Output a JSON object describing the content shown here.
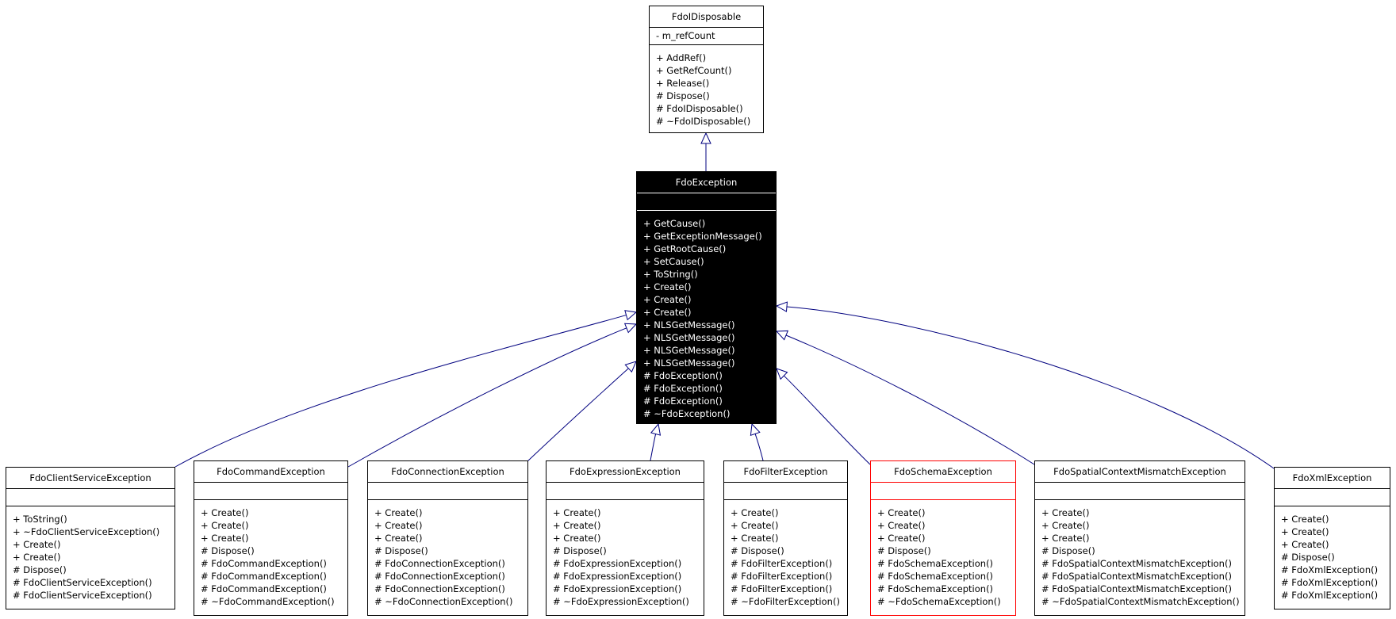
{
  "colors": {
    "edge": "#00007f",
    "highlight_border": "#ff0000",
    "focus_bg": "#000000"
  },
  "base": {
    "name": "FdoIDisposable",
    "attributes": [
      "- m_refCount"
    ],
    "operations": [
      "+ AddRef()",
      "+ GetRefCount()",
      "+ Release()",
      "# Dispose()",
      "# FdoIDisposable()",
      "# ~FdoIDisposable()"
    ]
  },
  "focus": {
    "name": "FdoException",
    "attributes": [],
    "operations": [
      "+ GetCause()",
      "+ GetExceptionMessage()",
      "+ GetRootCause()",
      "+ SetCause()",
      "+ ToString()",
      "+ Create()",
      "+ Create()",
      "+ Create()",
      "+ NLSGetMessage()",
      "+ NLSGetMessage()",
      "+ NLSGetMessage()",
      "+ NLSGetMessage()",
      "# FdoException()",
      "# FdoException()",
      "# FdoException()",
      "# ~FdoException()"
    ]
  },
  "derived": [
    {
      "name": "FdoClientServiceException",
      "highlighted": false,
      "operations": [
        "+ ToString()",
        "+ ~FdoClientServiceException()",
        "+ Create()",
        "+ Create()",
        "# Dispose()",
        "# FdoClientServiceException()",
        "# FdoClientServiceException()"
      ]
    },
    {
      "name": "FdoCommandException",
      "highlighted": false,
      "operations": [
        "+ Create()",
        "+ Create()",
        "+ Create()",
        "# Dispose()",
        "# FdoCommandException()",
        "# FdoCommandException()",
        "# FdoCommandException()",
        "# ~FdoCommandException()"
      ]
    },
    {
      "name": "FdoConnectionException",
      "highlighted": false,
      "operations": [
        "+ Create()",
        "+ Create()",
        "+ Create()",
        "# Dispose()",
        "# FdoConnectionException()",
        "# FdoConnectionException()",
        "# FdoConnectionException()",
        "# ~FdoConnectionException()"
      ]
    },
    {
      "name": "FdoExpressionException",
      "highlighted": false,
      "operations": [
        "+ Create()",
        "+ Create()",
        "+ Create()",
        "# Dispose()",
        "# FdoExpressionException()",
        "# FdoExpressionException()",
        "# FdoExpressionException()",
        "# ~FdoExpressionException()"
      ]
    },
    {
      "name": "FdoFilterException",
      "highlighted": false,
      "operations": [
        "+ Create()",
        "+ Create()",
        "+ Create()",
        "# Dispose()",
        "# FdoFilterException()",
        "# FdoFilterException()",
        "# FdoFilterException()",
        "# ~FdoFilterException()"
      ]
    },
    {
      "name": "FdoSchemaException",
      "highlighted": true,
      "operations": [
        "+ Create()",
        "+ Create()",
        "+ Create()",
        "# Dispose()",
        "# FdoSchemaException()",
        "# FdoSchemaException()",
        "# FdoSchemaException()",
        "# ~FdoSchemaException()"
      ]
    },
    {
      "name": "FdoSpatialContextMismatchException",
      "highlighted": false,
      "operations": [
        "+ Create()",
        "+ Create()",
        "+ Create()",
        "# Dispose()",
        "# FdoSpatialContextMismatchException()",
        "# FdoSpatialContextMismatchException()",
        "# FdoSpatialContextMismatchException()",
        "# ~FdoSpatialContextMismatchException()"
      ]
    },
    {
      "name": "FdoXmlException",
      "highlighted": false,
      "operations": [
        "+ Create()",
        "+ Create()",
        "+ Create()",
        "# Dispose()",
        "# FdoXmlException()",
        "# FdoXmlException()",
        "# FdoXmlException()"
      ]
    }
  ]
}
